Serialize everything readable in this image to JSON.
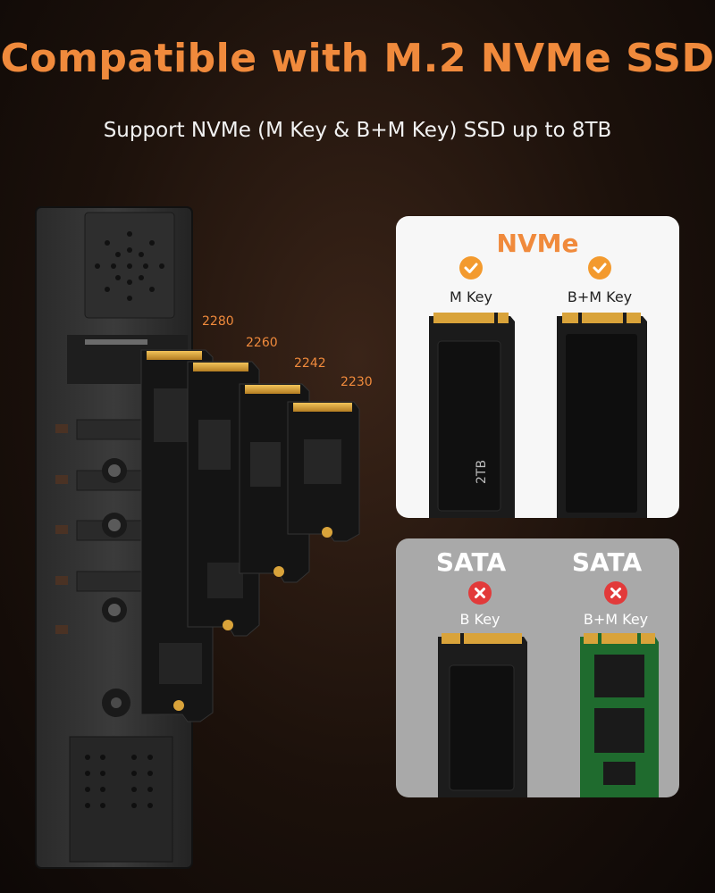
{
  "header": {
    "title": "Compatible with M.2 NVMe SSD",
    "subtitle": "Support NVMe (M Key & B+M Key) SSD up to 8TB"
  },
  "sizes": [
    "2280",
    "2260",
    "2242",
    "2230"
  ],
  "nvme_card": {
    "heading": "NVMe",
    "items": [
      {
        "label": "M Key",
        "status": "compatible",
        "icon": "check-icon"
      },
      {
        "label": "B+M Key",
        "status": "compatible",
        "icon": "check-icon"
      }
    ],
    "ssd_text": "2TB"
  },
  "sata_card": {
    "items": [
      {
        "heading": "SATA",
        "label": "B Key",
        "status": "incompatible",
        "icon": "cross-icon"
      },
      {
        "heading": "SATA",
        "label": "B+M Key",
        "status": "incompatible",
        "icon": "cross-icon"
      }
    ]
  },
  "colors": {
    "accent": "#f08a3c",
    "check": "#f39a2e",
    "cross": "#e23a3a",
    "pcb_black": "#1b1b1b",
    "pcb_green": "#1f6b2e",
    "gold": "#d9a33a"
  }
}
